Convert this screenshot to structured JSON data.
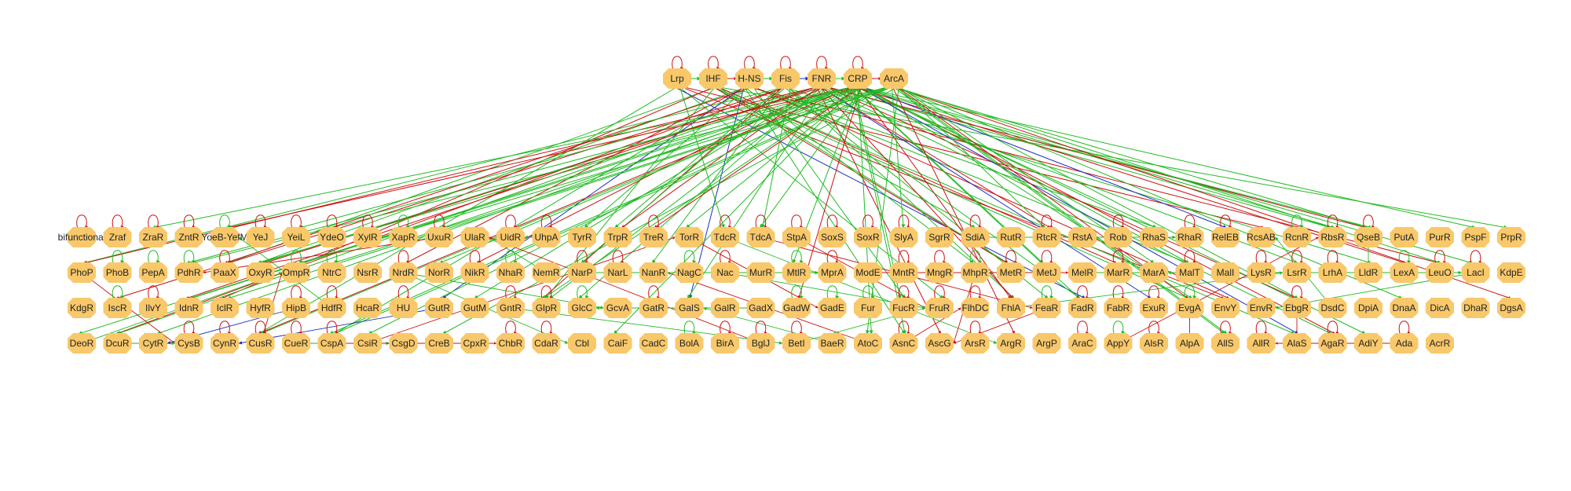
{
  "diagram": {
    "colors": {
      "background": "#ffffff",
      "node_fill": "#f8c86a",
      "node_text": "#222222",
      "activation": "#22bb22",
      "repression": "#cc1111",
      "dual": "#1f2fbf"
    },
    "hubs": [
      "Lrp",
      "IHF",
      "H-NS",
      "Fis",
      "FNR",
      "CRP",
      "ArcA"
    ],
    "rows": [
      [
        "bifunctional",
        "Zraf",
        "ZraR",
        "ZntR",
        "YoeB-YefM",
        "YeJ",
        "YeiL",
        "YdeO",
        "XylR",
        "XapR",
        "UxuR",
        "UlaR",
        "UidR",
        "UhpA",
        "TyrR",
        "TrpR",
        "TreR",
        "TorR",
        "TdcR",
        "TdcA",
        "StpA",
        "SoxS",
        "SoxR",
        "SlyA",
        "SgrR",
        "SdiA",
        "RutR",
        "RtcR",
        "RstA",
        "Rob",
        "RhaS",
        "RhaR",
        "RelEB",
        "RcsAB",
        "RcnR",
        "RbsR",
        "QseB",
        "PutA",
        "PurR",
        "PspF",
        "PrpR"
      ],
      [
        "PhoP",
        "PhoB",
        "PepA",
        "PdhR",
        "PaaX",
        "OxyR",
        "OmpR",
        "NtrC",
        "NsrR",
        "NrdR",
        "NorR",
        "NikR",
        "NhaR",
        "NemR",
        "NarP",
        "NarL",
        "NanR",
        "NagC",
        "Nac",
        "MurR",
        "MtlR",
        "MprA",
        "ModE",
        "MntR",
        "MngR",
        "MhpR",
        "MetR",
        "MetJ",
        "MelR",
        "MarR",
        "MarA",
        "MalT",
        "MalI",
        "LysR",
        "LsrR",
        "LrhA",
        "LldR",
        "LexA",
        "LeuO",
        "LacI",
        "KdpE"
      ],
      [
        "KdgR",
        "IscR",
        "IlvY",
        "IdnR",
        "IclR",
        "HyfR",
        "HipB",
        "HdfR",
        "HcaR",
        "HU",
        "GutR",
        "GutM",
        "GntR",
        "GlpR",
        "GlcC",
        "GcvA",
        "GatR",
        "GalS",
        "GalR",
        "GadX",
        "GadW",
        "GadE",
        "Fur",
        "FucR",
        "FruR",
        "FlhDC",
        "FhlA",
        "FeaR",
        "FadR",
        "FabR",
        "ExuR",
        "EvgA",
        "EnvY",
        "EnvR",
        "EbgR",
        "DsdC",
        "DpiA",
        "DnaA",
        "DicA",
        "DhaR",
        "DgsA"
      ],
      [
        "DeoR",
        "DcuR",
        "CytR",
        "CysB",
        "CynR",
        "CusR",
        "CueR",
        "CspA",
        "CsiR",
        "CsgD",
        "CreB",
        "CpxR",
        "ChbR",
        "CdaR",
        "Cbl",
        "CaiF",
        "CadC",
        "BolA",
        "BirA",
        "BglJ",
        "BetI",
        "BaeR",
        "AtoC",
        "AsnC",
        "AscG",
        "ArsR",
        "ArgR",
        "ArgP",
        "AraC",
        "AppY",
        "AlsR",
        "AlpA",
        "AllS",
        "AllR",
        "AlaS",
        "AgaR",
        "AdiY",
        "Ada",
        "AcrR"
      ]
    ]
  }
}
